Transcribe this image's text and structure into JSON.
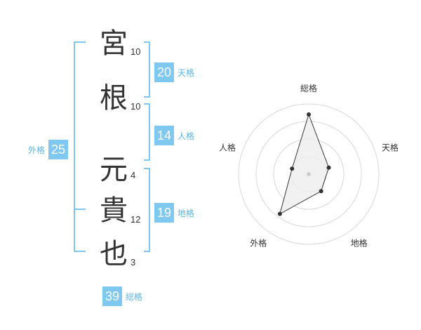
{
  "name_chars": [
    {
      "char": "宮",
      "strokes": "10"
    },
    {
      "char": "根",
      "strokes": "10"
    },
    {
      "char": "元",
      "strokes": "4"
    },
    {
      "char": "貴",
      "strokes": "12"
    },
    {
      "char": "也",
      "strokes": "3"
    }
  ],
  "fortunes": {
    "tenkaku": {
      "value": "20",
      "label": "天格"
    },
    "jinkaku": {
      "value": "14",
      "label": "人格"
    },
    "chikaku": {
      "value": "19",
      "label": "地格"
    },
    "gaikaku": {
      "value": "25",
      "label": "外格"
    },
    "soukaku": {
      "value": "39",
      "label": "総格"
    }
  },
  "colors": {
    "bracket": "#7fc8f0",
    "badge": "#7fc8f0",
    "badge_label": "#5bb5e8",
    "radar_fill": "#eeeeee",
    "radar_stroke": "#333333"
  },
  "chart_data": {
    "type": "radar",
    "axes": [
      "総格",
      "天格",
      "地格",
      "外格",
      "人格"
    ],
    "values": [
      0.85,
      0.3,
      0.3,
      0.7,
      0.25
    ],
    "range": [
      0,
      1
    ],
    "rings": 4
  }
}
